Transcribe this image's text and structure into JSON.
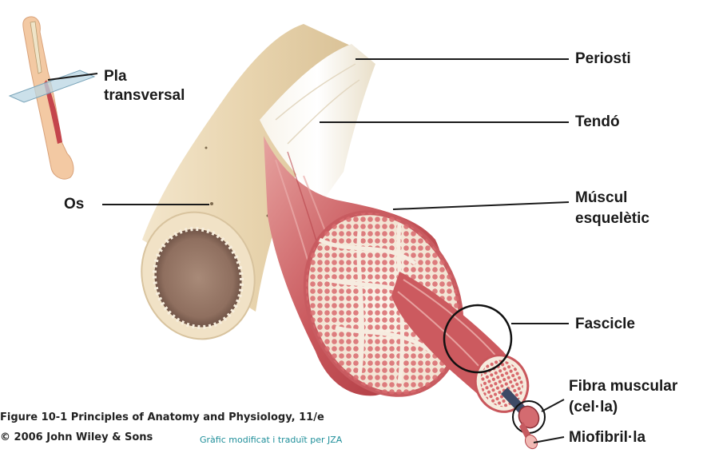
{
  "labels": {
    "pla_line1": "Pla",
    "pla_line2": "transversal",
    "os": "Os",
    "periosti": "Periosti",
    "tendo": "Tendó",
    "muscul_line1": "Múscul",
    "muscul_line2": "esquelètic",
    "fascicle": "Fascicle",
    "fibra_line1": "Fibra muscular",
    "fibra_line2": "(cel·la)",
    "miofibril": "Miofibril·la"
  },
  "credits": {
    "line1": "Figure 10-1  Principles of Anatomy and Physiology, 11/e",
    "line2": "© 2006 John Wiley & Sons",
    "note": "Gràfic modificat i traduït per JZA"
  },
  "colors": {
    "note_teal": "#1f8f9a",
    "leader_line": "#1a1a1a",
    "bone": "#ead9b9",
    "muscle": "#c95a5e",
    "tendon": "#f1ede0"
  }
}
